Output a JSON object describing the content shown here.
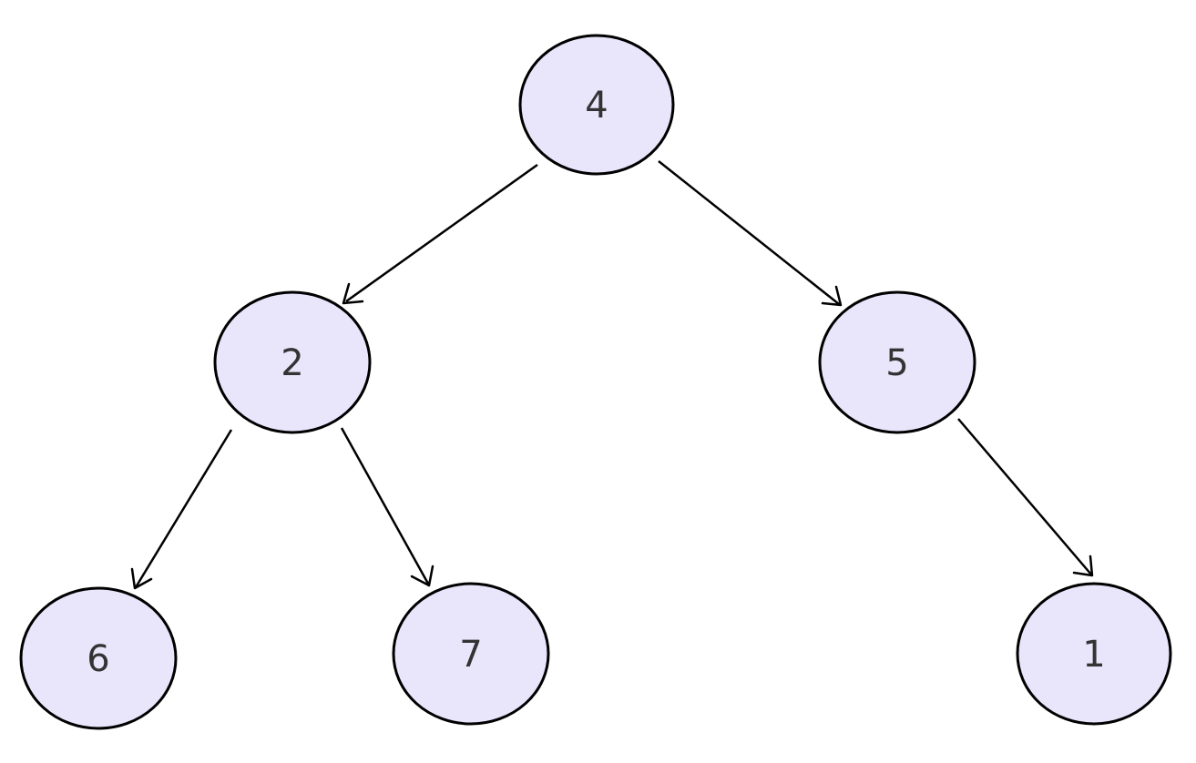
{
  "diagram": {
    "nodes": [
      {
        "id": "n4",
        "label": "4"
      },
      {
        "id": "n2",
        "label": "2"
      },
      {
        "id": "n5",
        "label": "5"
      },
      {
        "id": "n6",
        "label": "6"
      },
      {
        "id": "n7",
        "label": "7"
      },
      {
        "id": "n1",
        "label": "1"
      }
    ],
    "edges": [
      {
        "from": "n4",
        "to": "n2"
      },
      {
        "from": "n4",
        "to": "n5"
      },
      {
        "from": "n2",
        "to": "n6"
      },
      {
        "from": "n2",
        "to": "n7"
      },
      {
        "from": "n5",
        "to": "n1"
      }
    ],
    "colors": {
      "node_fill": "#e9e5fb",
      "node_stroke": "#000000",
      "edge": "#000000",
      "label": "#333333"
    }
  }
}
